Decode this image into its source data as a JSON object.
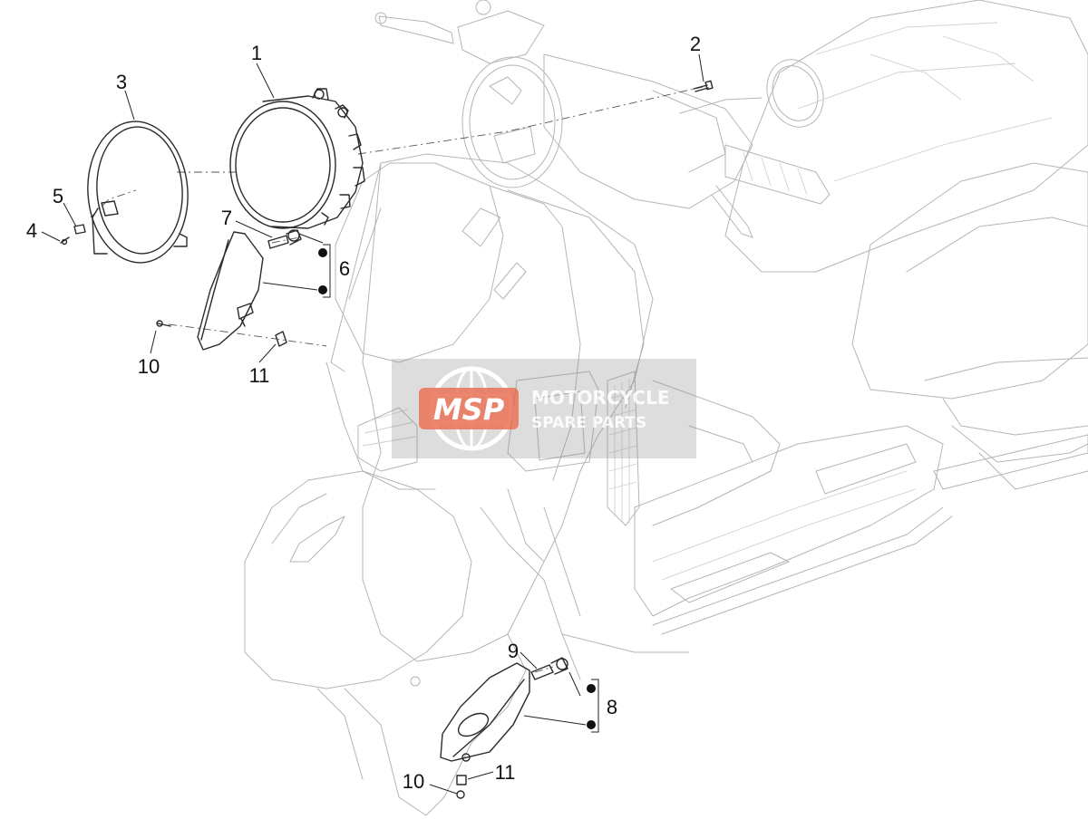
{
  "callouts": [
    {
      "id": "c1",
      "label": "1"
    },
    {
      "id": "c2",
      "label": "2"
    },
    {
      "id": "c3",
      "label": "3"
    },
    {
      "id": "c4",
      "label": "4"
    },
    {
      "id": "c5",
      "label": "5"
    },
    {
      "id": "c6",
      "label": "6"
    },
    {
      "id": "c7",
      "label": "7"
    },
    {
      "id": "c8",
      "label": "8"
    },
    {
      "id": "c9",
      "label": "9"
    },
    {
      "id": "c10a",
      "label": "10"
    },
    {
      "id": "c10b",
      "label": "10"
    },
    {
      "id": "c11a",
      "label": "11"
    },
    {
      "id": "c11b",
      "label": "11"
    }
  ],
  "watermark": {
    "logo": "MSP",
    "line1": "MOTORCYCLE",
    "line2": "SPARE PARTS"
  },
  "colors": {
    "line": "#2a2a2a",
    "ghost": "#b5b5b5",
    "watermark_badge": "#e8593a",
    "watermark_band": "#8c8c8c"
  }
}
